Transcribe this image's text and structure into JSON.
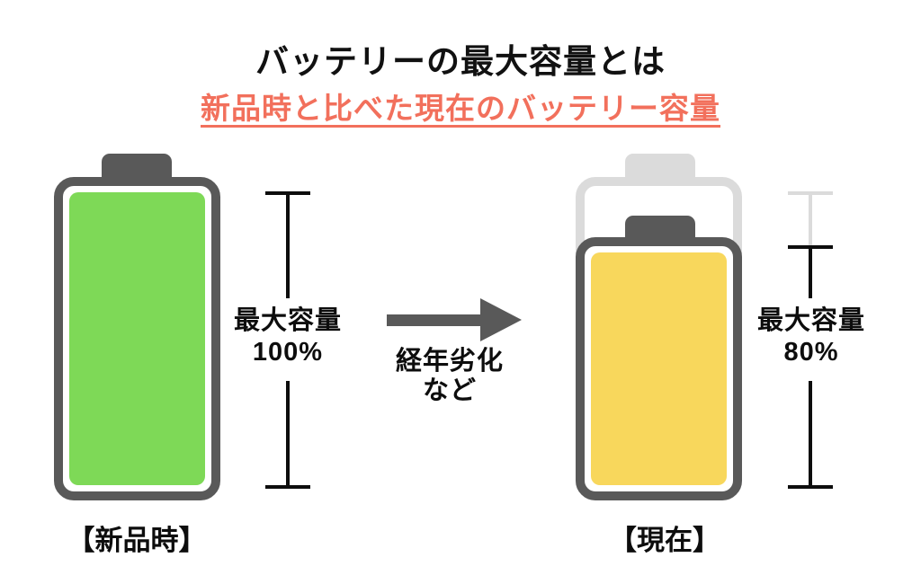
{
  "title": "バッテリーの最大容量とは",
  "subtitle": "新品時と比べた現在のバッテリー容量",
  "arrow": {
    "caption_line1": "経年劣化",
    "caption_line2": "など"
  },
  "battery_new": {
    "caption": "【新品時】",
    "capacity_label": "最大容量",
    "capacity_value": "100%",
    "fill_percent": 100
  },
  "battery_current": {
    "caption": "【現在】",
    "capacity_label": "最大容量",
    "capacity_value": "80%",
    "fill_percent": 80
  },
  "colors": {
    "battery_outline": "#595959",
    "ghost_outline": "#DBDBDB",
    "battery_new_fill": "#7ED957",
    "battery_current_fill": "#F8D75C",
    "subtitle_accent": "#F2705C",
    "bracket": "#0d0d0d"
  }
}
